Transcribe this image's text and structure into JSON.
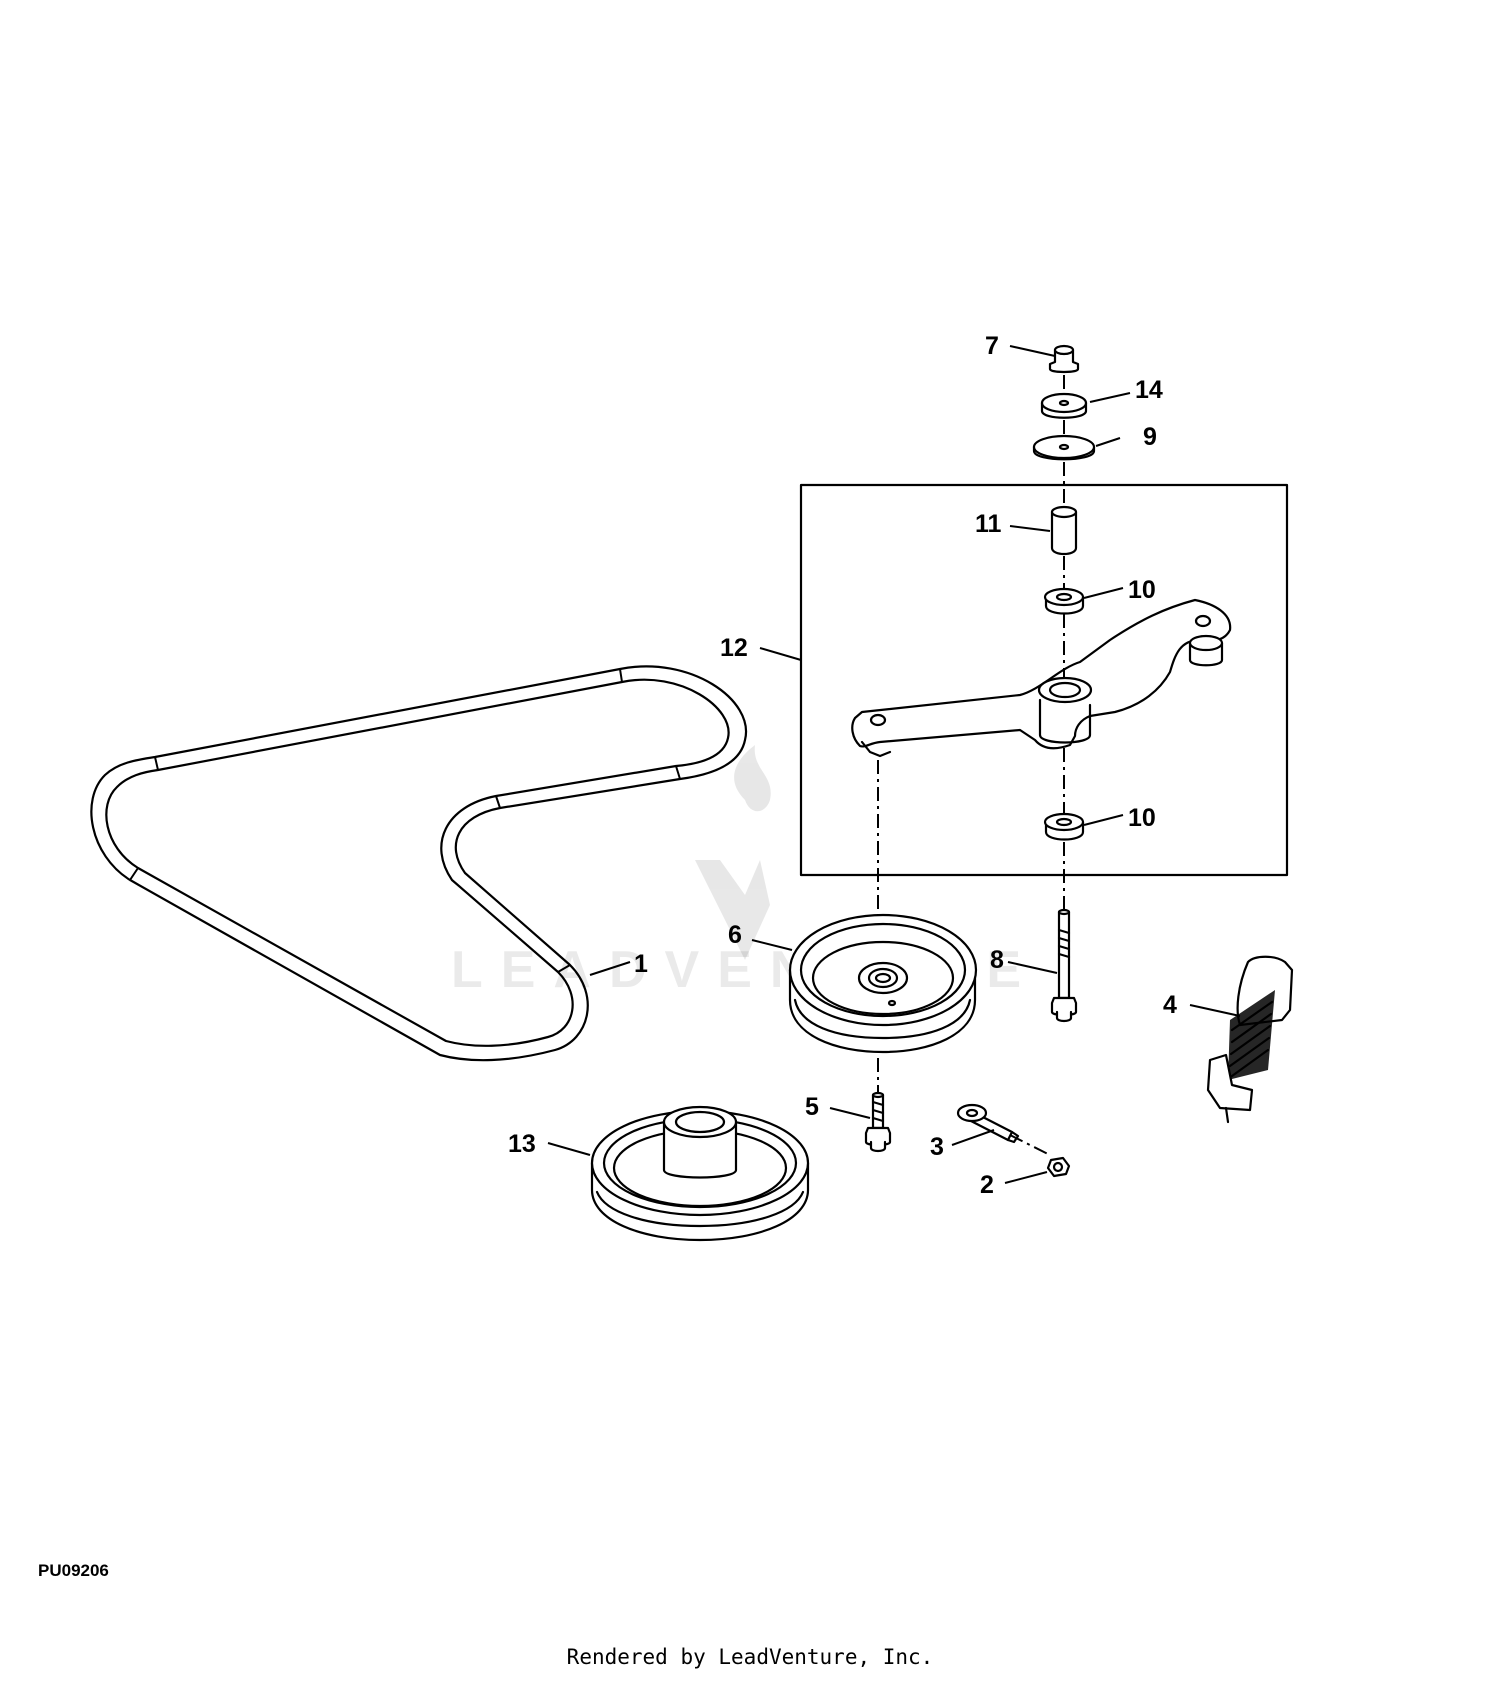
{
  "figure_id": "PU09206",
  "footer_text": "Rendered by LeadVenture, Inc.",
  "watermark_text": "LEADVENTURE",
  "callouts": {
    "c1": "1",
    "c2": "2",
    "c3": "3",
    "c4": "4",
    "c5": "5",
    "c6": "6",
    "c7": "7",
    "c8": "8",
    "c9": "9",
    "c10a": "10",
    "c10b": "10",
    "c11": "11",
    "c12": "12",
    "c13": "13",
    "c14": "14"
  }
}
